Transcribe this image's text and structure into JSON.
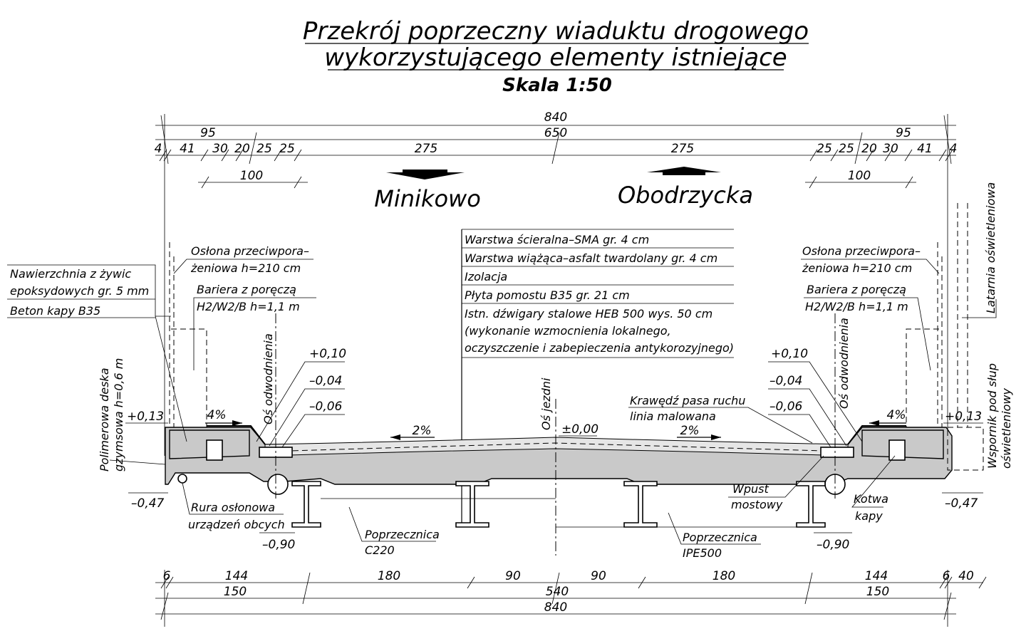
{
  "title": {
    "line1": "Przekrój poprzeczny wiaduktu drogowego",
    "line2": "wykorzystującego elementy istniejące",
    "scale": "Skala 1:50"
  },
  "directions": {
    "left": "Minikowo",
    "right": "Obodrzycka"
  },
  "dimensions_top": {
    "overall": "840",
    "carriageway": "650",
    "cap_left": "95",
    "cap_right": "95",
    "left_segments": [
      "4",
      "41",
      "30",
      "20",
      "25",
      "25"
    ],
    "lane_left": "275",
    "lane_right": "275",
    "right_segments": [
      "25",
      "25",
      "20",
      "30",
      "41",
      "4"
    ],
    "sub_left": "100",
    "sub_right": "100"
  },
  "dimensions_bottom": {
    "row1": [
      "6",
      "144",
      "180",
      "90",
      "90",
      "180",
      "144",
      "6",
      "40"
    ],
    "row2": [
      "150",
      "540",
      "150"
    ],
    "overall": "840"
  },
  "layers": [
    "Warstwa ścieralna–SMA gr. 4 cm",
    "Warstwa wiążąca–asfalt twardolany gr. 4 cm",
    "Izolacja",
    "Płyta pomostu B35 gr. 21 cm",
    "Istn. dźwigary stalowe HEB 500 wys. 50 cm",
    "(wykonanie wzmocnienia lokalnego,",
    "oczyszczenie i zabepieczenia antykorozyjnego)"
  ],
  "labels": {
    "nawierzchnia1": "Nawierzchnia z żywic",
    "nawierzchnia2": "epoksydowych gr. 5 mm",
    "beton_kapy": "Beton kapy B35",
    "oslona1": "Osłona przeciwpora–",
    "oslona2": "żeniowa h=210 cm",
    "bariera1": "Bariera z poręczą",
    "bariera2": "H2/W2/B h=1,1 m",
    "polimerowa1": "Polimerowa deska",
    "polimerowa2": "gzymsowa h=0,6 m",
    "os_odwodnienia": "Oś odwodnienia",
    "os_jezdni": "Oś jezdni",
    "krawedz1": "Krawędź pasa ruchu",
    "krawedz2": "linia malowana",
    "latarnia": "Latarnia oświetleniowa",
    "wspornik1": "Wspornik pod słup",
    "wspornik2": "oświetleniowy",
    "wpust1": "Wpust",
    "wpust2": "mostowy",
    "kotwa1": "Kotwa",
    "kotwa2": "kapy",
    "rura1": "Rura osłonowa",
    "rura2": "urządzeń obcych",
    "poprz_left1": "Poprzecznica",
    "poprz_left2": "C220",
    "poprz_right1": "Poprzecznica",
    "poprz_right2": "IPE500"
  },
  "levels": {
    "plus_013": "+0,13",
    "plus_010": "+0,10",
    "minus_004": "–0,04",
    "minus_006": "–0,06",
    "zero": "±0,00",
    "minus_047": "–0,47",
    "minus_090": "–0,90"
  },
  "slopes": {
    "cap": "4%",
    "road": "2%"
  }
}
